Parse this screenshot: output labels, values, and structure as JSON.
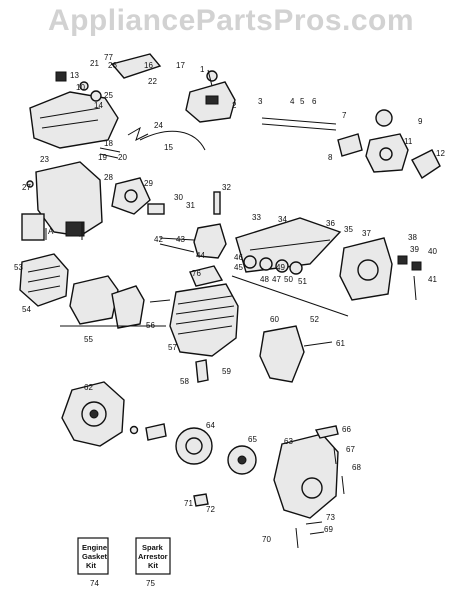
{
  "watermark": "AppliancePartsPros.com",
  "labels": [
    "1",
    "2",
    "3",
    "4",
    "5",
    "6",
    "7",
    "8",
    "9",
    "10",
    "11",
    "12",
    "13",
    "14",
    "15",
    "16",
    "17",
    "18",
    "19",
    "20",
    "21",
    "22",
    "23",
    "24",
    "25",
    "26",
    "27",
    "28",
    "29",
    "30",
    "31",
    "32",
    "33",
    "34",
    "35",
    "36",
    "37",
    "38",
    "39",
    "40",
    "41",
    "42",
    "43",
    "44",
    "45",
    "46",
    "47",
    "48",
    "49",
    "50",
    "51",
    "52",
    "53",
    "54",
    "55",
    "56",
    "57",
    "58",
    "59",
    "60",
    "61",
    "62",
    "63",
    "64",
    "65",
    "66",
    "67",
    "68",
    "69",
    "70",
    "71",
    "72",
    "73",
    "74",
    "75",
    "76",
    "77",
    "A"
  ],
  "kits": {
    "engine_gasket": {
      "line1": "Engine",
      "line2": "Gasket",
      "line3": "Kit",
      "number": "74"
    },
    "spark_arrestor": {
      "line1": "Spark",
      "line2": "Arrestor",
      "line3": "Kit",
      "number": "75"
    }
  }
}
